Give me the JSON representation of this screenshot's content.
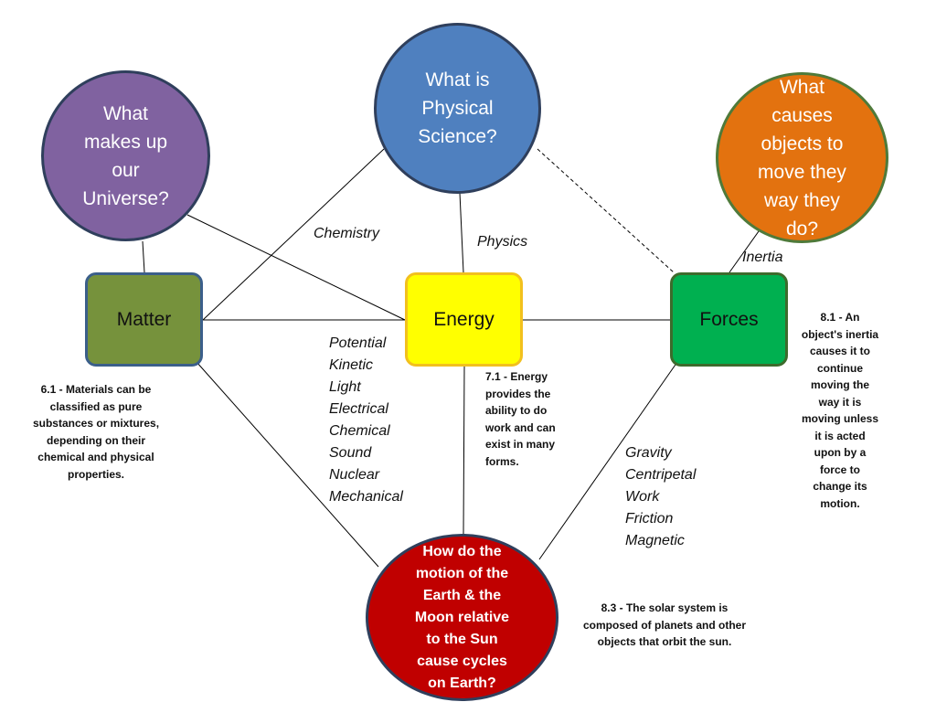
{
  "colors": {
    "physical_science": "#4f80bf",
    "universe": "#8062a0",
    "motion": "#e3720f",
    "earth_moon": "#c00000",
    "matter": "#76923c",
    "energy": "#ffff00",
    "forces": "#00b050",
    "line": "#000000"
  },
  "questions": {
    "physical_science": "What is\nPhysical\nScience?",
    "universe": "What\nmakes up\nour\nUniverse?",
    "motion": "What\ncauses\nobjects to\nmove they\nway they\ndo?",
    "earth_moon": "How do the\nmotion of the\nEarth & the\nMoon relative\nto the Sun\ncause cycles\non Earth?"
  },
  "concepts": {
    "matter": "Matter",
    "energy": "Energy",
    "forces": "Forces"
  },
  "edge_labels": {
    "chemistry": "Chemistry",
    "physics": "Physics",
    "inertia": "Inertia"
  },
  "energy_forms": [
    "Potential",
    "Kinetic",
    "Light",
    "Electrical",
    "Chemical",
    "Sound",
    "Nuclear",
    "Mechanical"
  ],
  "force_types": [
    "Gravity",
    "Centripetal",
    "Work",
    "Friction",
    "Magnetic"
  ],
  "standards": {
    "s61": "6.1 - Materials can be\nclassified as pure\nsubstances or mixtures,\ndepending on their\nchemical and physical\nproperties.",
    "s71": "7.1 - Energy\nprovides the\nability to do\nwork and can\nexist in many\nforms.",
    "s81": "8.1 - An\nobject's inertia\ncauses it to\ncontinue\nmoving the\nway it is\nmoving unless\nit is acted\nupon by a\nforce to\nchange its\nmotion.",
    "s83": "8.3 - The solar system is\ncomposed of planets and other\nobjects that orbit the sun."
  }
}
